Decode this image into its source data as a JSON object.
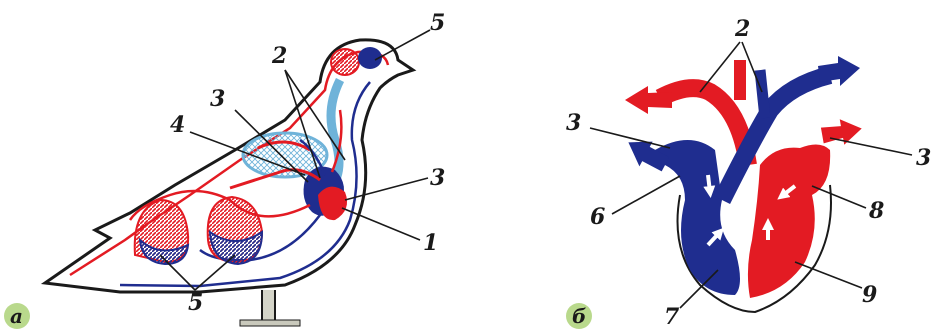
{
  "colors": {
    "arterial": "#e31b23",
    "venous": "#1f2d8f",
    "outline": "#1a1a1a",
    "badge": "#b9d98c",
    "lung": "#6fb3d9"
  },
  "panel_a": {
    "badge": "а",
    "labels": {
      "l1": "1",
      "l2": "2",
      "l3a": "3",
      "l3b": "3",
      "l4": "4",
      "l5a": "5",
      "l5b": "5"
    }
  },
  "panel_b": {
    "badge": "б",
    "labels": {
      "l2": "2",
      "l3a": "3",
      "l3b": "3",
      "l6": "6",
      "l7": "7",
      "l8": "8",
      "l9": "9"
    }
  }
}
